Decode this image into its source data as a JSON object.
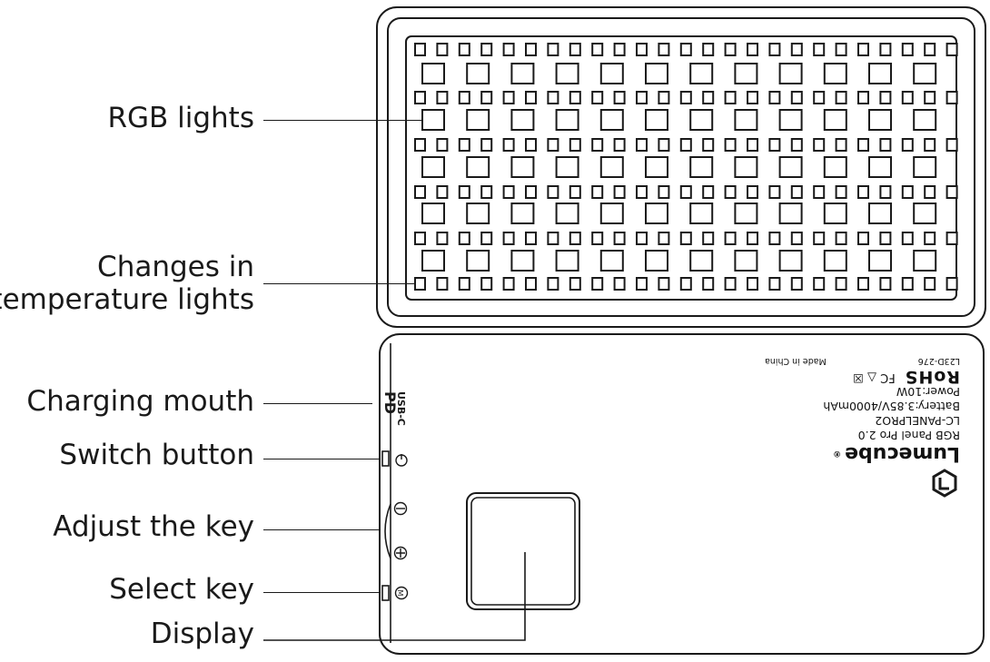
{
  "labels": {
    "rgb_lights": "RGB lights",
    "temperature_lights_1": "Changes in",
    "temperature_lights_2": "temperature lights",
    "charging_mouth": "Charging mouth",
    "switch_button": "Switch button",
    "adjust_key": "Adjust the key",
    "select_key": "Select key",
    "display": "Display"
  },
  "device_back": {
    "model_code": "L23D-276",
    "origin": "Made in China",
    "cert": "RoHS",
    "cert_marks": "FC △ ☒",
    "power": "Power:10W",
    "battery": "Battery:3.85V/4000mAh",
    "model": "LC-PANELPRO2",
    "product": "RGB Panel Pro 2.0",
    "brand": "Lumecube",
    "registered": "®"
  },
  "port": {
    "type": "USB-C",
    "pd": "PD"
  },
  "button_symbols": {
    "power": "⏻",
    "minus": "⊖",
    "plus": "⊕",
    "mode": "M"
  }
}
